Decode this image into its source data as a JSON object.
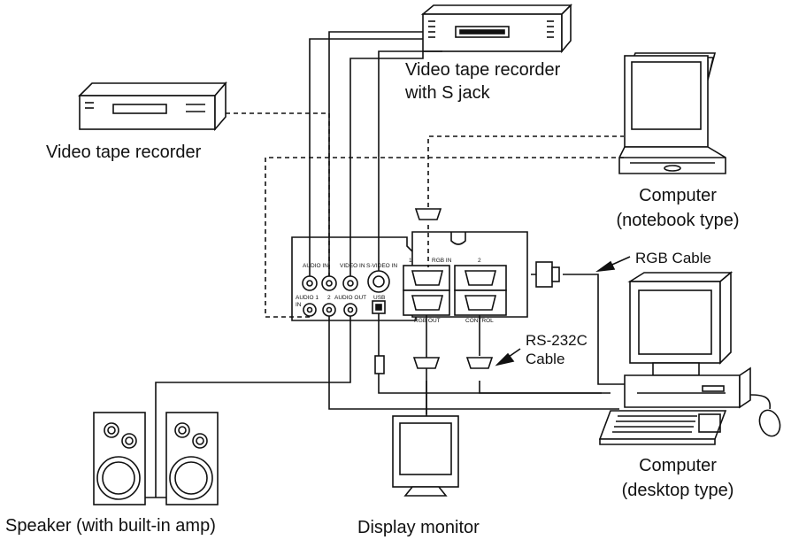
{
  "devices": {
    "vcr_s": {
      "label_line1": "Video tape recorder",
      "label_line2": "with S jack"
    },
    "vcr": {
      "label": "Video tape recorder"
    },
    "notebook": {
      "label_line1": "Computer",
      "label_line2": "(notebook type)"
    },
    "desktop": {
      "label_line1": "Computer",
      "label_line2": "(desktop type)"
    },
    "speaker": {
      "label": "Speaker (with built-in amp)"
    },
    "monitor": {
      "label": "Display monitor"
    }
  },
  "cables": {
    "rgb": "RGB Cable",
    "rs232_line1": "RS-232C",
    "rs232_line2": "Cable"
  },
  "panel": {
    "audio_in": "AUDIO IN",
    "video_in": "VIDEO IN",
    "s_video_in": "S-VIDEO IN",
    "audio1": "AUDIO 1",
    "audio1_in": "IN",
    "audio2": "2",
    "audio_out": "AUDIO OUT",
    "usb": "USB",
    "rgb_in": "RGB  IN",
    "rgb_in_1": "1",
    "rgb_in_2": "2",
    "rgb_out": "RGB  OUT",
    "control": "CONTROL"
  }
}
